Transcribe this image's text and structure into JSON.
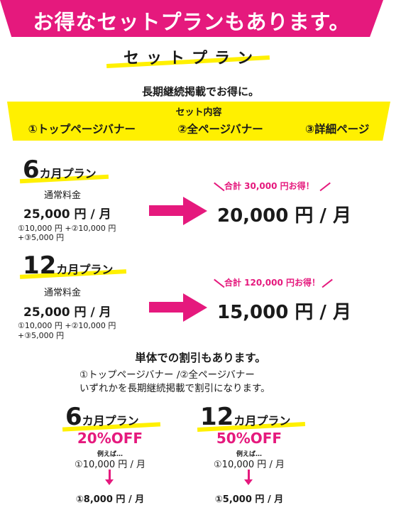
{
  "header": {
    "title": "お得なセットプランもあります。"
  },
  "set_plan": {
    "title": "セットプラン",
    "subtitle": "長期継続掲載でお得に。",
    "content_label": "セット内容",
    "items": [
      "①トップページバナー",
      "②全ページバナー",
      "③詳細ページ"
    ]
  },
  "plans": [
    {
      "months": "6",
      "suffix": "カ月プラン",
      "regular_label": "通常料金",
      "regular_price": "25,000 円 / 月",
      "breakdown_1": "①10,000 円 +②10,000 円",
      "breakdown_2": "+③5,000 円",
      "savings": "合計 30,000 円お得！",
      "set_price": "20,000 円 / 月"
    },
    {
      "months": "12",
      "suffix": "カ月プラン",
      "regular_label": "通常料金",
      "regular_price": "25,000 円 / 月",
      "breakdown_1": "①10,000 円 +②10,000 円",
      "breakdown_2": "+③5,000 円",
      "savings": "合計 120,000 円お得！",
      "set_price": "15,000 円 / 月"
    }
  ],
  "single": {
    "title": "単体での割引もあります。",
    "desc_1": "①トップページバナー /②全ページバナー",
    "desc_2": "いずれかを長期継続掲載で割引になります。",
    "plans": [
      {
        "months": "6",
        "suffix": "カ月プラン",
        "discount": "20%OFF",
        "example_label": "例えば…",
        "example": "①10,000 円 / 月",
        "result": "①8,000 円 / 月"
      },
      {
        "months": "12",
        "suffix": "カ月プラン",
        "discount": "50%OFF",
        "example_label": "例えば…",
        "example": "①10,000 円 / 月",
        "result": "①5,000 円 / 月"
      }
    ]
  },
  "colors": {
    "accent": "#e5197d",
    "highlight": "#fff000"
  }
}
